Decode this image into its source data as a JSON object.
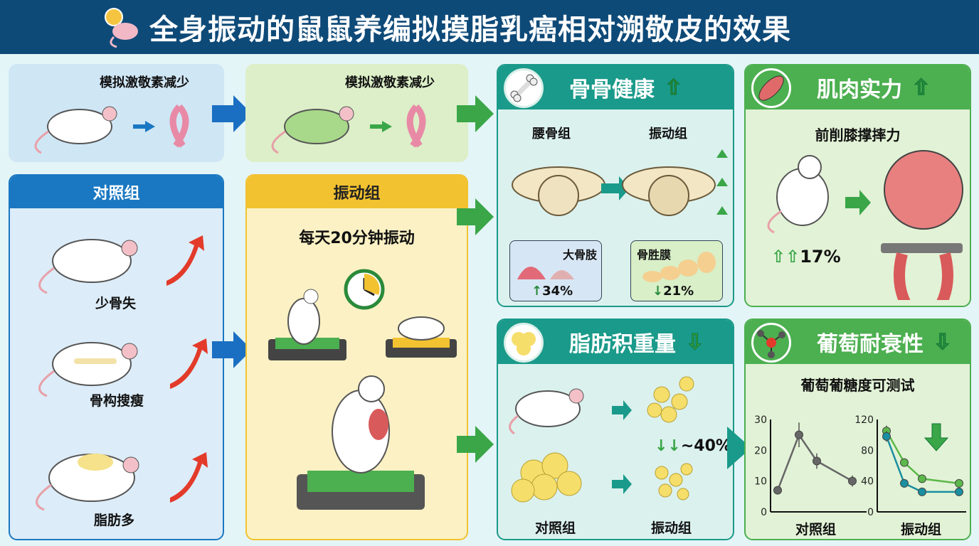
{
  "title": "全身振动的鼠鼠养编拟摸脂乳癌相对溯敬皮的效果",
  "top_row": {
    "box1_label": "模拟激敬素减少",
    "box2_label": "模拟激敬素减少"
  },
  "control": {
    "header": "对照组",
    "items": [
      "少骨失",
      "骨构搜瘦",
      "脂肪多"
    ]
  },
  "vibration": {
    "header": "振动组",
    "subtitle": "每天20分钟振动"
  },
  "bone": {
    "header": "骨骨健康",
    "left_label": "腰骨组",
    "right_label": "振动组",
    "box1": {
      "label": "大骨肢",
      "value": "34%",
      "direction": "up"
    },
    "box2": {
      "label": "骨胜膜",
      "value": "21%",
      "direction": "down"
    }
  },
  "muscle": {
    "header": "肌肉实力",
    "subtitle": "前削膝撑摔力",
    "value": "17%",
    "direction": "up"
  },
  "fat": {
    "header": "脂肪积重量",
    "value": "~40%",
    "left_label": "对照组",
    "right_label": "振动组",
    "direction": "down"
  },
  "glucose": {
    "header": "葡萄耐衰性",
    "subtitle": "葡萄葡糖度可测试",
    "direction": "down"
  },
  "colors": {
    "navy": "#0e4a78",
    "teal": "#1a9a8a",
    "green": "#4caf50",
    "yellow": "#f2c230",
    "blue": "#1a78c2"
  },
  "chart_data": [
    {
      "type": "line",
      "title": "",
      "xlabel": "对照组",
      "ylim": [
        0,
        30
      ],
      "yticks": [
        0,
        10,
        20,
        30
      ],
      "series": [
        {
          "name": "control",
          "color": "#666666",
          "values": [
            7,
            25,
            16.5,
            10
          ],
          "errors": [
            0,
            4,
            2.5,
            1.8
          ]
        }
      ]
    },
    {
      "type": "line",
      "title": "",
      "xlabel": "振动组",
      "ylim": [
        0,
        120
      ],
      "yticks": [
        0,
        40,
        80,
        120
      ],
      "series": [
        {
          "name": "green",
          "color": "#5cb84a",
          "values": [
            105,
            64,
            43,
            37
          ],
          "errors": [
            7,
            5,
            5,
            5
          ]
        },
        {
          "name": "teal",
          "color": "#1a8fa0",
          "values": [
            98,
            37,
            26,
            26
          ],
          "errors": [
            7,
            5,
            3,
            3
          ]
        }
      ]
    }
  ]
}
